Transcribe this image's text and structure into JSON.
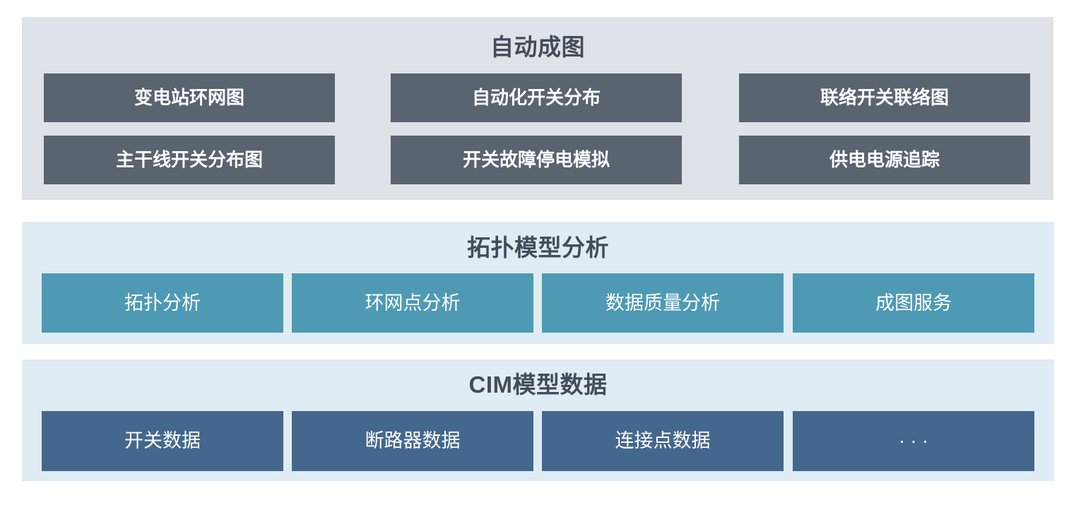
{
  "sections": [
    {
      "id": "auto-mapping",
      "title": "自动成图",
      "buttons": [
        "变电站环网图",
        "自动化开关分布",
        "联络开关联络图",
        "主干线开关分布图",
        "开关故障停电模拟",
        "供电电源追踪"
      ]
    },
    {
      "id": "topology-analysis",
      "title": "拓扑模型分析",
      "buttons": [
        "拓扑分析",
        "环网点分析",
        "数据质量分析",
        "成图服务"
      ]
    },
    {
      "id": "cim-model-data",
      "title": "CIM模型数据",
      "buttons": [
        "开关数据",
        "断路器数据",
        "连接点数据",
        "· · ·"
      ]
    }
  ],
  "colors": {
    "auto_section_bg": "#dee2e9",
    "auto_button_bg": "#5a6370",
    "analysis_section_bg": "#dfecf3",
    "topology_button_bg": "#4e9ab5",
    "cim_button_bg": "#44678e",
    "title_text": "#454c59",
    "button_text": "#ffffff"
  }
}
